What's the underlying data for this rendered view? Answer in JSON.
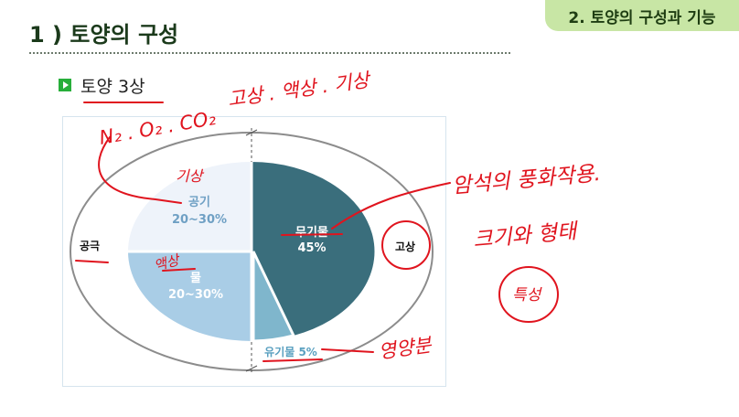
{
  "header": {
    "chapter_tab": "2. 토양의 구성과 기능",
    "page_title": "1 ) 토양의 구성"
  },
  "section": {
    "label": "토양 3상"
  },
  "diagram": {
    "segments": {
      "air": {
        "label": "공기",
        "value": "20~30%"
      },
      "water": {
        "label": "물",
        "value": "20~30%"
      },
      "mineral": {
        "label": "무기물",
        "value": "45%"
      },
      "organic": {
        "label": "유기물 5%"
      }
    },
    "outer_labels": {
      "left": "공극",
      "right": "고상"
    }
  },
  "annotations": {
    "gases": "N₂ . O₂ . CO₂",
    "phases": "고상 . 액상 . 기상",
    "gas_phase": "기상",
    "liquid_phase": "액상",
    "mineral_note_1": "암석의 풍화작용.",
    "mineral_note_2": "크기와 형태",
    "mineral_note_3": "특성",
    "organic_note": "영양분"
  },
  "colors": {
    "tab_bg": "#c8e6a5",
    "air": "#eef3fa",
    "water": "#a9cde6",
    "mineral": "#3a6e7c",
    "organic": "#7fb6cc",
    "annotation_ink": "#e0141e"
  }
}
